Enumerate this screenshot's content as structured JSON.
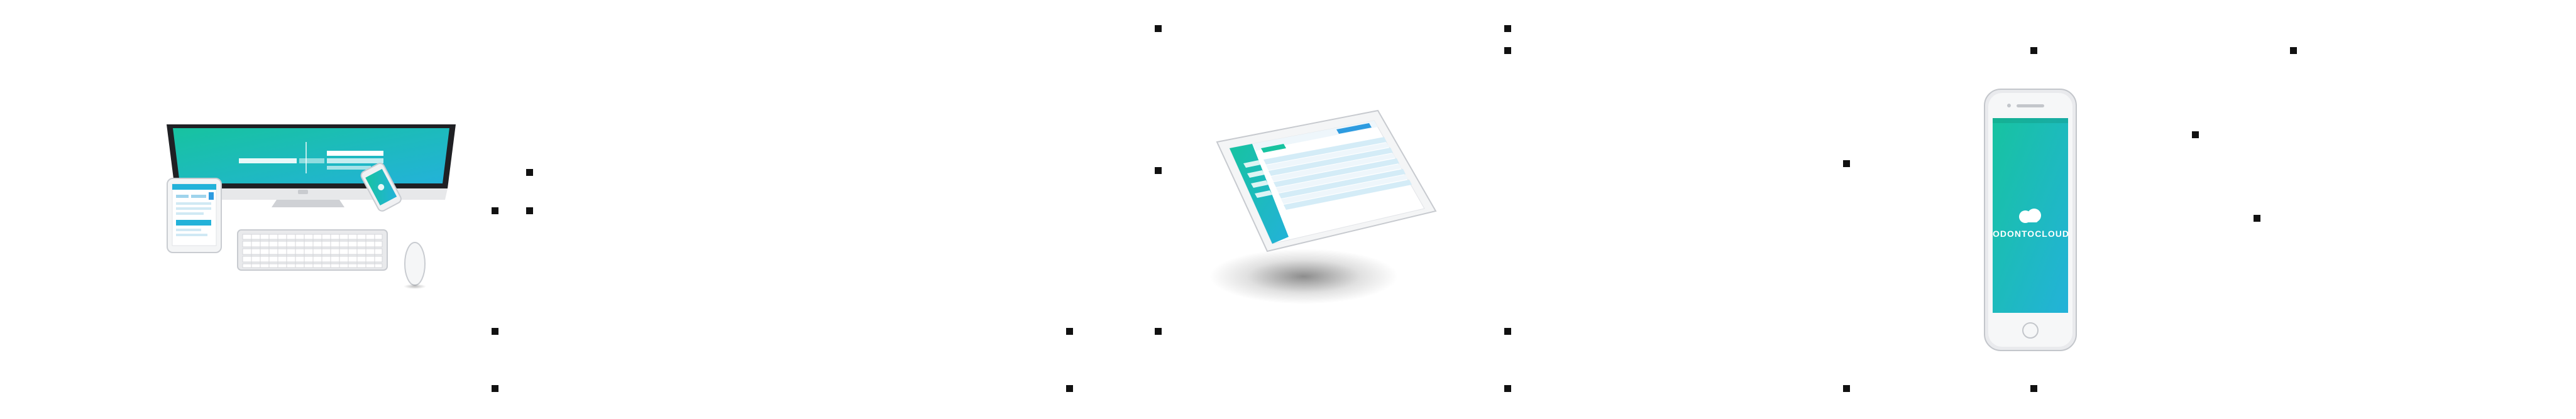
{
  "brand": {
    "logo_text": "ODONTOCLOUD",
    "accent_gradient": [
      "#17c3a0",
      "#23b2d9"
    ],
    "secondary_accent": "#2d9be0",
    "device_silver": "#dcdee2",
    "marker_color": "#111111"
  },
  "panels": [
    {
      "id": "panel-desktop-suite",
      "devices": [
        "desktop-monitor-icon",
        "tablet-icon",
        "smartphone-icon",
        "keyboard-icon",
        "mouse-icon"
      ]
    },
    {
      "id": "panel-floating-tablet",
      "devices": [
        "tablet-icon"
      ]
    },
    {
      "id": "panel-smartphone",
      "devices": [
        "smartphone-icon"
      ]
    }
  ]
}
